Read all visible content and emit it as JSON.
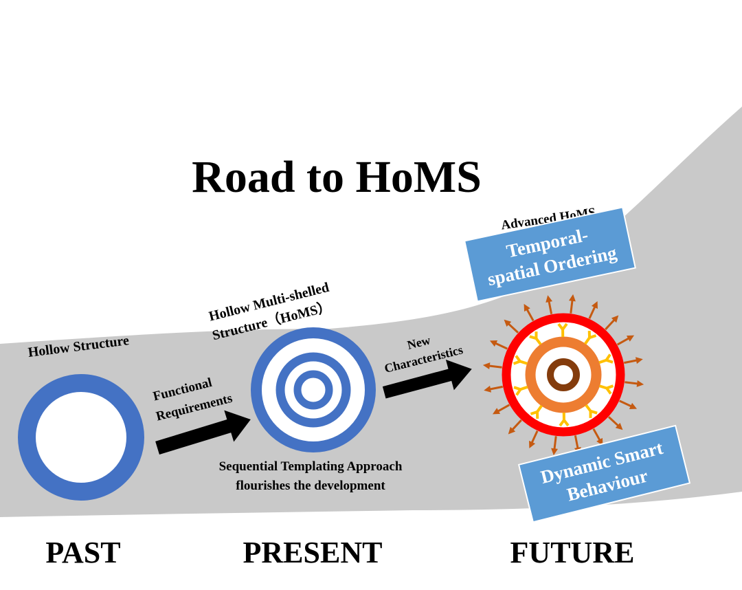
{
  "title": "Road to HoMS",
  "stages": {
    "past": "PAST",
    "present": "PRESENT",
    "future": "FUTURE"
  },
  "labels": {
    "hollow_structure": "Hollow Structure",
    "homs_line1": "Hollow Multi-shelled",
    "homs_line2": "Structure（HoMS）",
    "advanced_homs": "Advanced HoMS",
    "functional_line1": "Functional",
    "functional_line2": "Requirements",
    "new_line1": "New",
    "new_line2": "Characteristics",
    "sequential_line1": "Sequential Templating Approach",
    "sequential_line2": "flourishes the development"
  },
  "boxes": {
    "temporal_line1": "Temporal-",
    "temporal_line2": "spatial Ordering",
    "dynamic_line1": "Dynamic Smart",
    "dynamic_line2": "Behaviour"
  },
  "colors": {
    "road": "#c9c9c9",
    "shell_blue": "#4472c4",
    "box_blue": "#5b9bd5",
    "outer_red": "#ff0000",
    "orange": "#ed7d31",
    "brown": "#843c0c",
    "yellow": "#ffc000",
    "spike": "#c55a11"
  }
}
